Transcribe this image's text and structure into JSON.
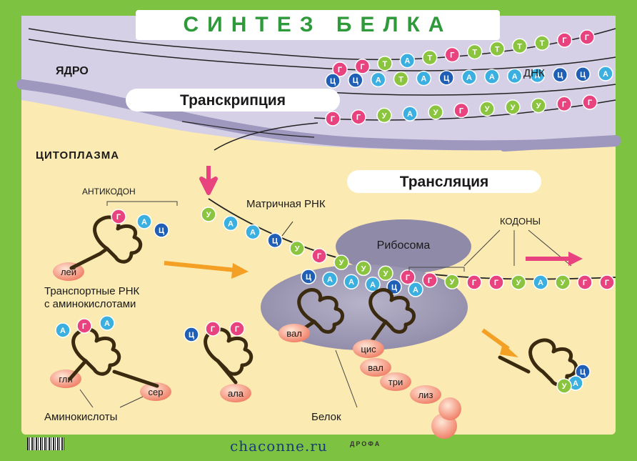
{
  "title": "СИНТЕЗ БЕЛКА",
  "labels": {
    "nucleus": "ЯДРО",
    "cytoplasm": "ЦИТОПЛАЗМА",
    "transcription": "Транскрипция",
    "translation": "Трансляция",
    "dna": "ДНК",
    "mrna": "Матричная РНК",
    "anticodon": "АНТИКОДОН",
    "codons": "КОДОНЫ",
    "ribosome": "Рибосома",
    "trna_line1": "Транспортные РНК",
    "trna_line2": "с аминокислотами",
    "amino_acids": "Аминокислоты",
    "protein": "Белок"
  },
  "dna_top_strand": [
    "Г",
    "Г",
    "Т",
    "А",
    "Т",
    "Г",
    "Т",
    "Т",
    "Т",
    "Т",
    "Г",
    "Г"
  ],
  "dna_bottom_strand": [
    "Ц",
    "Ц",
    "А",
    "Т",
    "А",
    "Ц",
    "А",
    "А",
    "А",
    "А",
    "Ц",
    "Ц",
    "А"
  ],
  "rna_strand": [
    "Г",
    "Г",
    "У",
    "А",
    "У",
    "Г",
    "У",
    "У",
    "У",
    "Г",
    "Г"
  ],
  "mrna_strand": [
    "У",
    "А",
    "А",
    "Ц",
    "У",
    "Г",
    "У",
    "У",
    "У",
    "Г",
    "Г",
    "У",
    "Г",
    "Г",
    "У",
    "А",
    "У",
    "Г",
    "Г"
  ],
  "ribosome_anticodons": [
    "Ц",
    "А",
    "А",
    "А",
    "Ц",
    "А"
  ],
  "trna_anticodons": {
    "lei": [
      "Г",
      "А",
      "Ц"
    ],
    "gli": [
      "А",
      "Г",
      "А"
    ],
    "ala": [
      "Ц",
      "Г",
      "Г"
    ],
    "exit": [
      "Ц",
      "А",
      "У"
    ]
  },
  "amino_acid_names": {
    "lei": "лей",
    "val": "вал",
    "cis": "цис",
    "val2": "вал",
    "tri": "три",
    "liz": "лиз",
    "gli": "гли",
    "ser": "сер",
    "ala": "ала"
  },
  "base_colors": {
    "Г": "#e8427f",
    "Ц": "#1f5fb5",
    "А": "#3bb0e0",
    "Т": "#8bc53f",
    "У": "#8bc53f"
  },
  "footer": {
    "watermark": "chaconne.ru",
    "publisher": "ДРОФА"
  }
}
